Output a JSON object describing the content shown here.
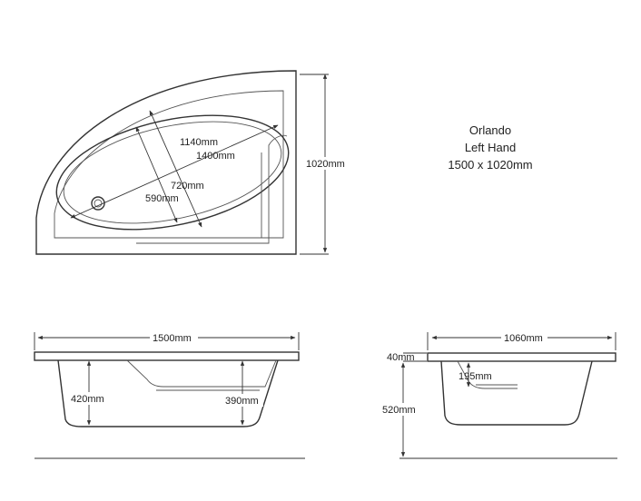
{
  "caption": {
    "model": "Orlando",
    "hand": "Left Hand",
    "size": "1500 x 1020mm"
  },
  "plan_view": {
    "outer_length": "1140mm",
    "inner_length": "1400mm",
    "outer_width": "720mm",
    "inner_width": "590mm",
    "height": "1020mm"
  },
  "front_view": {
    "length": "1500mm",
    "depth_left": "420mm",
    "depth_right": "390mm"
  },
  "side_view": {
    "width": "1060mm",
    "rim": "40mm",
    "step": "195mm",
    "height": "520mm"
  }
}
